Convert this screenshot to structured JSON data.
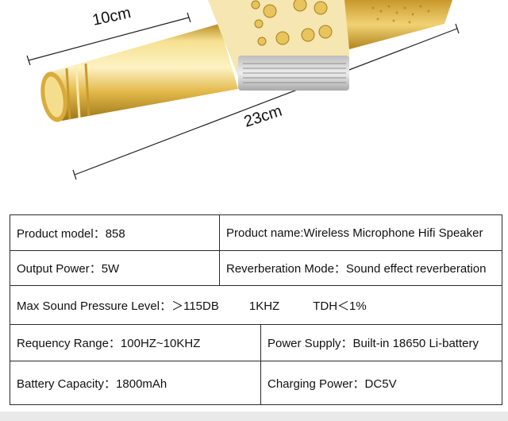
{
  "dimensions": {
    "width_label": "10cm",
    "length_label": "23cm"
  },
  "colors": {
    "gold_light": "#f3dc86",
    "gold": "#e3b94a",
    "gold_dark": "#b88a22",
    "silver": "#d9d9d9"
  },
  "specs": {
    "rows": [
      [
        "Product model：858",
        "Product name:Wireless Microphone Hifi Speaker"
      ],
      [
        "Output Power：5W",
        "Reverberation Mode：Sound effect reverberation"
      ],
      [
        "Max Sound Pressure Level：＞115DB",
        "1KHZ",
        "TDH＜1%"
      ],
      [
        "Requency Range：100HZ~10KHZ",
        "Power Supply：Built-in 18650 Li-battery"
      ],
      [
        "Battery Capacity：1800mAh",
        "Charging Power：DC5V"
      ]
    ]
  }
}
